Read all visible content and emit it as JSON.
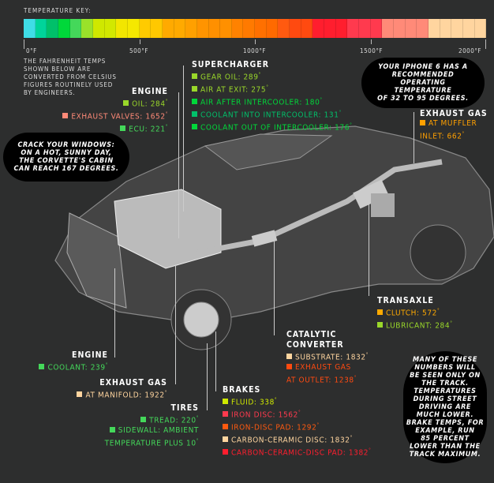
{
  "key": {
    "title": "TEMPERATURE KEY:",
    "ticks": [
      "0°F",
      "500°F",
      "1000°F",
      "1500°F",
      "2000°F"
    ],
    "colors": [
      "#3fdde6",
      "#00d49a",
      "#00c06a",
      "#00d83a",
      "#44d85a",
      "#9ae22a",
      "#cfe800",
      "#d2e800",
      "#f2e600",
      "#f5e800",
      "#ffcb00",
      "#ffc800",
      "#ffaa00",
      "#ffaa00",
      "#ffa000",
      "#ff9400",
      "#ff9000",
      "#ff9000",
      "#ff8200",
      "#ff7a00",
      "#ff7000",
      "#ff6a00",
      "#ff5a10",
      "#ff4a10",
      "#ff4a10",
      "#ff1e2e",
      "#ff1e2e",
      "#ff1e2e",
      "#ff3a4e",
      "#ff3a4e",
      "#ff3a4e",
      "#ff8a78",
      "#ff8a78",
      "#ff8a78",
      "#ff8a78",
      "#ffd59f",
      "#ffd59f",
      "#ffd59f",
      "#ffd59f",
      "#ffd59f"
    ]
  },
  "note": [
    "THE FAHRENHEIT TEMPS",
    "SHOWN BELOW ARE",
    "CONVERTED FROM CELSIUS",
    "FIGURES ROUTINELY USED",
    "BY ENGINEERS."
  ],
  "bubbles": {
    "iphone": [
      "YOUR IPHONE 6 HAS A",
      "RECOMMENDED",
      "OPERATING",
      "TEMPERATURE",
      "OF 32 TO 95 DEGREES."
    ],
    "cabin": [
      "CRACK YOUR WINDOWS:",
      "ON A HOT, SUNNY DAY,",
      "THE CORVETTE'S CABIN",
      "CAN REACH 167 DEGREES."
    ],
    "track": [
      "MANY OF THESE",
      "NUMBERS WILL",
      "BE SEEN ONLY ON",
      "THE TRACK.",
      "TEMPERATURES",
      "DURING STREET",
      "DRIVING ARE",
      "MUCH LOWER.",
      "BRAKE TEMPS, FOR",
      "EXAMPLE, RUN",
      "85 PERCENT",
      "LOWER THAN THE",
      "TRACK MAXIMUM."
    ]
  },
  "groups": {
    "engine_top": {
      "title": "ENGINE",
      "items": [
        {
          "text": "OIL: 284",
          "color": "#9ad82a"
        },
        {
          "text": "EXHAUST VALVES: 1652",
          "color": "#ff8a78"
        },
        {
          "text": "ECU: 221",
          "color": "#44d85a"
        }
      ]
    },
    "supercharger": {
      "title": "SUPERCHARGER",
      "items": [
        {
          "text": "GEAR OIL: 289",
          "color": "#9ad82a"
        },
        {
          "text": "AIR AT EXIT: 275",
          "color": "#9ad82a"
        },
        {
          "text": "AIR AFTER INTERCOOLER: 180",
          "color": "#00d83a"
        },
        {
          "text": "COOLANT INTO INTERCOOLER: 131",
          "color": "#00c06a"
        },
        {
          "text": "COOLANT OUT OF INTERCOOLER: 176",
          "color": "#00d83a"
        }
      ]
    },
    "exhaust_muffler": {
      "title": "EXHAUST GAS",
      "items": [
        {
          "text": "AT MUFFLER",
          "color": "#ffa000"
        },
        {
          "text": "INLET: 662",
          "color": "#ffa000",
          "nosq": true
        }
      ]
    },
    "transaxle": {
      "title": "TRANSAXLE",
      "items": [
        {
          "text": "CLUTCH: 572",
          "color": "#ffaa00"
        },
        {
          "text": "LUBRICANT: 284",
          "color": "#9ad82a"
        }
      ]
    },
    "catalytic": {
      "title": "CATALYTIC",
      "title2": "CONVERTER",
      "items": [
        {
          "text": "SUBSTRATE: 1832",
          "color": "#ffd59f"
        },
        {
          "text": "EXHAUST GAS",
          "color": "#ff4a10"
        },
        {
          "text": "AT OUTLET: 1238",
          "color": "#ff4a10",
          "nosq": true
        }
      ]
    },
    "engine_coolant": {
      "title": "ENGINE",
      "items": [
        {
          "text": "COOLANT: 239",
          "color": "#44d85a"
        }
      ]
    },
    "exhaust_manifold": {
      "title": "EXHAUST GAS",
      "items": [
        {
          "text": "AT MANIFOLD: 1922",
          "color": "#ffd59f"
        }
      ]
    },
    "tires": {
      "title": "TIRES",
      "items": [
        {
          "text": "TREAD: 220",
          "color": "#44d85a"
        },
        {
          "text": "SIDEWALL: AMBIENT",
          "color": "#44d85a"
        },
        {
          "text": "TEMPERATURE PLUS 10",
          "color": "#44d85a",
          "nosq": true
        }
      ]
    },
    "brakes": {
      "title": "BRAKES",
      "items": [
        {
          "text": "FLUID: 338",
          "color": "#cfe800"
        },
        {
          "text": "IRON DISC: 1562",
          "color": "#ff3a4e"
        },
        {
          "text": "IRON-DISC PAD: 1292",
          "color": "#ff5a10"
        },
        {
          "text": "CARBON-CERAMIC DISC: 1832",
          "color": "#ffd59f"
        },
        {
          "text": "CARBON-CERAMIC-DISC PAD: 1382",
          "color": "#ff1e2e"
        }
      ]
    }
  }
}
